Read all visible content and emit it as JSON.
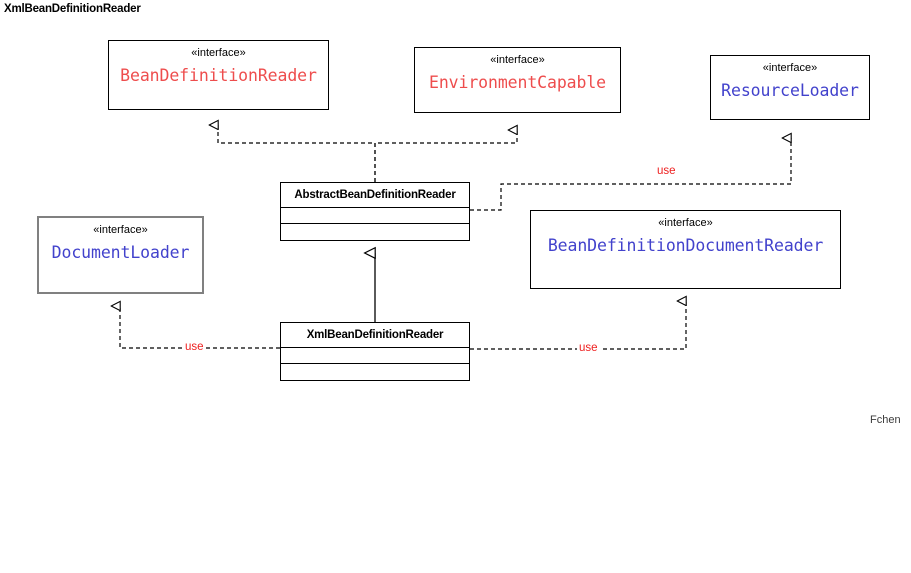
{
  "diagram": {
    "title": "XmlBeanDefinitionReader",
    "watermark": "Fchen",
    "colors": {
      "red_text": "#ee4d4d",
      "blue_text": "#4242cc",
      "label_red": "#ee2020",
      "border_black": "#000000",
      "border_gray": "#808080",
      "background": "#ffffff"
    },
    "stereotype_label": "«interface»",
    "nodes": [
      {
        "id": "bean-definition-reader",
        "kind": "interface",
        "stereotype": "«interface»",
        "name": "BeanDefinitionReader",
        "name_color": "red",
        "border": "black"
      },
      {
        "id": "environment-capable",
        "kind": "interface",
        "stereotype": "«interface»",
        "name": "EnvironmentCapable",
        "name_color": "red",
        "border": "black"
      },
      {
        "id": "resource-loader",
        "kind": "interface",
        "stereotype": "«interface»",
        "name": "ResourceLoader",
        "name_color": "blue",
        "border": "black"
      },
      {
        "id": "document-loader",
        "kind": "interface",
        "stereotype": "«interface»",
        "name": "DocumentLoader",
        "name_color": "blue",
        "border": "gray"
      },
      {
        "id": "bean-definition-document-reader",
        "kind": "interface",
        "stereotype": "«interface»",
        "name": "BeanDefinitionDocumentReader",
        "name_color": "blue",
        "border": "black"
      },
      {
        "id": "abstract-bean-definition-reader",
        "kind": "class",
        "name": "AbstractBeanDefinitionReader",
        "border": "black"
      },
      {
        "id": "xml-bean-definition-reader",
        "kind": "class",
        "name": "XmlBeanDefinitionReader",
        "border": "black"
      }
    ],
    "edges": [
      {
        "id": "abs-implements-bdr",
        "from": "abstract-bean-definition-reader",
        "to": "bean-definition-reader",
        "type": "realization",
        "style": "dashed",
        "label": ""
      },
      {
        "id": "abs-implements-envcap",
        "from": "abstract-bean-definition-reader",
        "to": "environment-capable",
        "type": "realization",
        "style": "dashed",
        "label": ""
      },
      {
        "id": "abs-uses-resourceloader",
        "from": "abstract-bean-definition-reader",
        "to": "resource-loader",
        "type": "dependency",
        "style": "dashed",
        "label": "use"
      },
      {
        "id": "xml-extends-abs",
        "from": "xml-bean-definition-reader",
        "to": "abstract-bean-definition-reader",
        "type": "generalization",
        "style": "solid",
        "label": ""
      },
      {
        "id": "xml-uses-documentloader",
        "from": "xml-bean-definition-reader",
        "to": "document-loader",
        "type": "dependency",
        "style": "dashed",
        "label": "use"
      },
      {
        "id": "xml-uses-bddr",
        "from": "xml-bean-definition-reader",
        "to": "bean-definition-document-reader",
        "type": "dependency",
        "style": "dashed",
        "label": "use"
      }
    ],
    "edge_labels": {
      "use_top": "use",
      "use_left": "use",
      "use_right": "use"
    }
  }
}
